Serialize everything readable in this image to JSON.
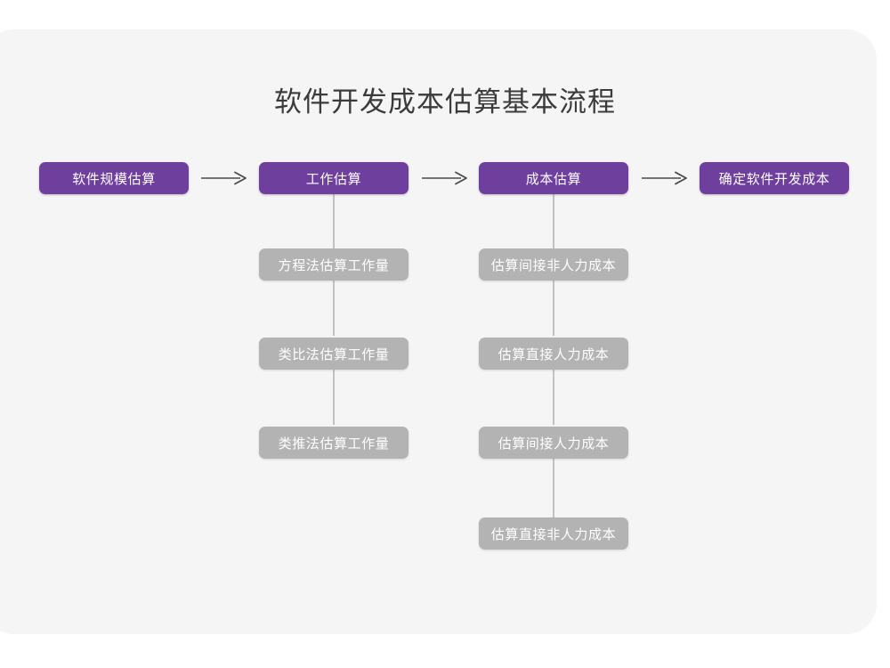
{
  "diagram": {
    "title": "软件开发成本估算基本流程",
    "colors": {
      "primary": "#6f3f9e",
      "secondary": "#b3b3b3",
      "card_background": "#f5f5f5",
      "page_background": "#ffffff",
      "connector": "#c2c2c2",
      "title_text": "#3c3a3a",
      "node_text": "#ffffff"
    },
    "main_flow": [
      {
        "label": "软件规模估算"
      },
      {
        "label": "工作估算"
      },
      {
        "label": "成本估算"
      },
      {
        "label": "确定软件开发成本"
      }
    ],
    "arrows": [
      {
        "name": "arrow-1",
        "from": "软件规模估算",
        "to": "工作估算"
      },
      {
        "name": "arrow-2",
        "from": "工作估算",
        "to": "成本估算"
      },
      {
        "name": "arrow-3",
        "from": "成本估算",
        "to": "确定软件开发成本"
      }
    ],
    "branches": [
      {
        "parent": "工作估算",
        "items": [
          {
            "label": "方程法估算工作量"
          },
          {
            "label": "类比法估算工作量"
          },
          {
            "label": "类推法估算工作量"
          }
        ]
      },
      {
        "parent": "成本估算",
        "items": [
          {
            "label": "估算间接非人力成本"
          },
          {
            "label": "估算直接人力成本"
          },
          {
            "label": "估算间接人力成本"
          },
          {
            "label": "估算直接非人力成本"
          }
        ]
      }
    ]
  }
}
